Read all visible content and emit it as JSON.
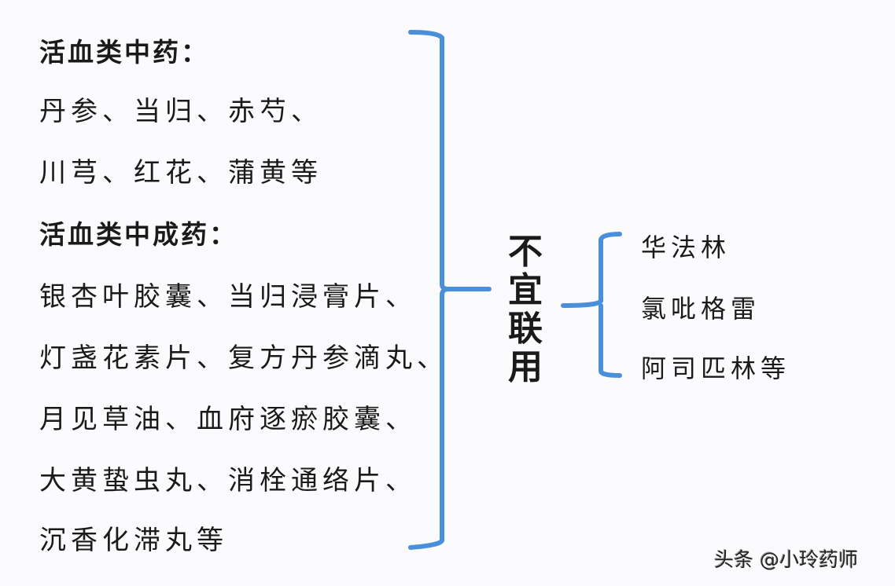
{
  "left_group": {
    "herbs_heading": "活血类中药：",
    "herbs_lines": [
      "丹参、当归、赤芍、",
      "川芎、红花、蒲黄等"
    ],
    "patent_heading": "活血类中成药：",
    "patent_lines": [
      "银杏叶胶囊、当归浸膏片、",
      "灯盏花素片、复方丹参滴丸、",
      "月见草油、血府逐瘀胶囊、",
      "大黄蛰虫丸、消栓通络片、",
      "沉香化滞丸等"
    ]
  },
  "center": {
    "label_chars": [
      "不",
      "宜",
      "联",
      "用"
    ]
  },
  "right_group": {
    "items": [
      "华法林",
      "氯吡格雷",
      "阿司匹林等"
    ]
  },
  "watermark": "头条 @小玲药师",
  "colors": {
    "bracket": "#4a8fdc",
    "text": "#1a1a1a",
    "background": "#fbfbfd"
  }
}
